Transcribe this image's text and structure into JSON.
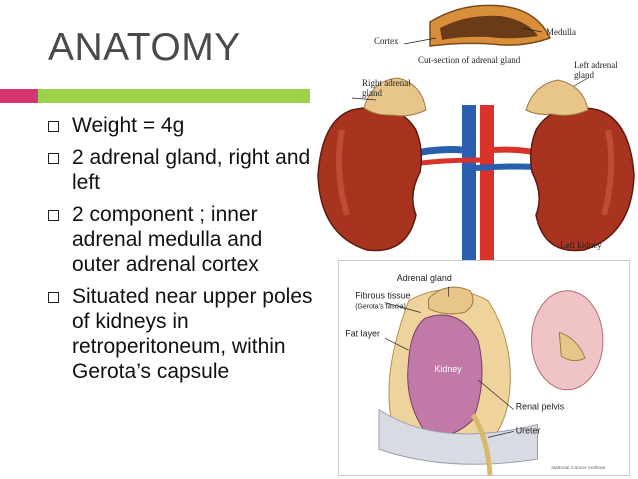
{
  "slide": {
    "title": "ANATOMY",
    "bullets": [
      "Weight = 4g",
      "2 adrenal gland, right and left",
      "2 component ; inner adrenal medulla and outer adrenal cortex",
      "Situated near upper poles of kidneys in retroperitoneum, within Gerota’s capsule"
    ]
  },
  "figure_top": {
    "labels": {
      "cortex": "Cortex",
      "medulla": "Medulla",
      "cut_section": "Cut-section of adrenal gland",
      "right_adrenal": "Right adrenal",
      "right_adrenal_2": "gland",
      "left_adrenal": "Left adrenal",
      "left_adrenal_2": "gland",
      "left_kidney": "Left kidney"
    }
  },
  "figure_bottom": {
    "labels": {
      "adrenal_gland": "Adrenal gland",
      "fibrous": "Fibrous tissue",
      "gerota": "(Gerota’s fascia)",
      "fat_layer": "Fat layer",
      "kidney": "Kidney",
      "renal_pelvis": "Renal pelvis",
      "ureter": "Ureter",
      "credit": "National Cancer Institute"
    }
  },
  "colors": {
    "title": "#4a4a4a",
    "accent_pink": "#d63573",
    "accent_green": "#9bd44a",
    "kidney": "#a8331f",
    "adrenal": "#e8c68a"
  }
}
